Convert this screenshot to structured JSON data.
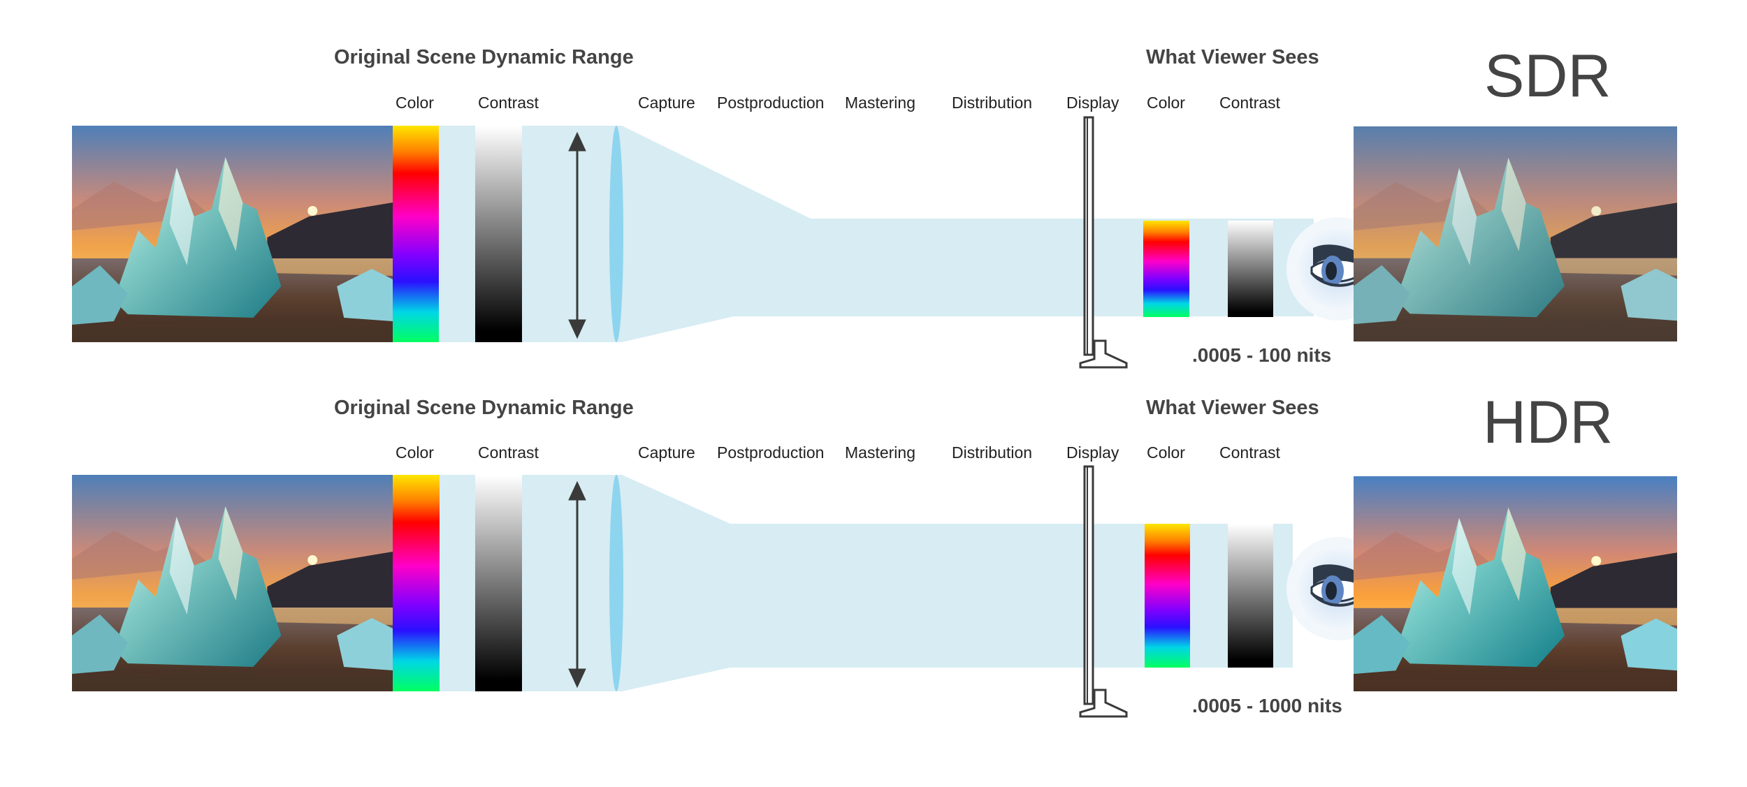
{
  "sdr": {
    "badge": "SDR",
    "scene_heading": "Original Scene Dynamic Range",
    "viewer_heading": "What Viewer Sees",
    "labels": {
      "color_in": "Color",
      "contrast_in": "Contrast",
      "capture": "Capture",
      "postproduction": "Postproduction",
      "mastering": "Mastering",
      "distribution": "Distribution",
      "display": "Display",
      "color_out": "Color",
      "contrast_out": "Contrast"
    },
    "range": ".0005 - 100 nits"
  },
  "hdr": {
    "badge": "HDR",
    "scene_heading": "Original Scene Dynamic Range",
    "viewer_heading": "What Viewer Sees",
    "labels": {
      "color_in": "Color",
      "contrast_in": "Contrast",
      "capture": "Capture",
      "postproduction": "Postproduction",
      "mastering": "Mastering",
      "distribution": "Distribution",
      "display": "Display",
      "color_out": "Color",
      "contrast_out": "Contrast"
    },
    "range": ".0005 - 1000 nits"
  },
  "icons": [
    "double-arrow-icon",
    "lens-icon",
    "monitor-icon",
    "eye-icon"
  ],
  "colors": {
    "pipeline_fill": "#d7ecf3",
    "lens": "#8dd4ef",
    "text": "#3a3a3a"
  }
}
